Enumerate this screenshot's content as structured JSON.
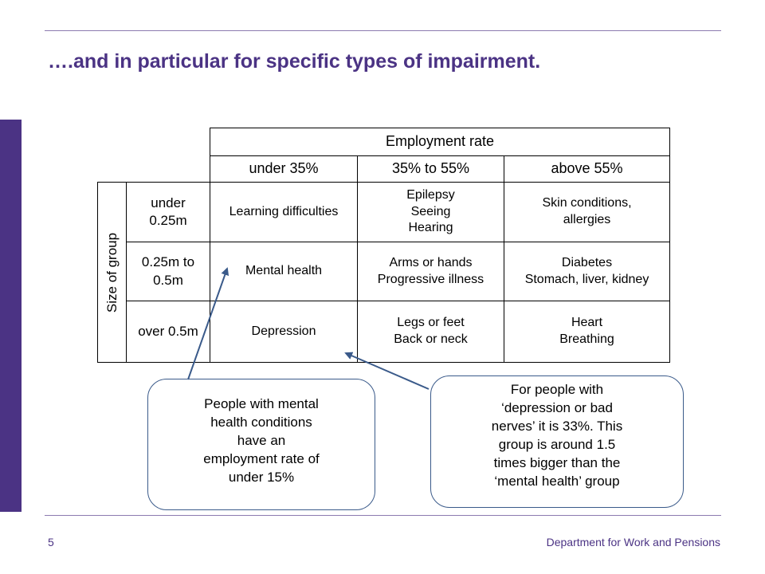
{
  "title": "….and in particular for specific types of impairment.",
  "footer": {
    "page_number": "5",
    "organisation": "Department for Work and Pensions"
  },
  "table": {
    "column_group_header": "Employment rate",
    "columns": [
      "under 35%",
      "35% to 55%",
      "above 55%"
    ],
    "row_group_header": "Size of group",
    "rows": [
      {
        "label": "under\n0.25m",
        "cells": [
          "Learning difficulties",
          "Epilepsy\nSeeing\nHearing",
          "Skin conditions,\nallergies"
        ]
      },
      {
        "label": "0.25m to\n0.5m",
        "cells": [
          "Mental health",
          "Arms or hands\nProgressive illness",
          "Diabetes\nStomach, liver, kidney"
        ]
      },
      {
        "label": "over 0.5m",
        "cells": [
          "Depression",
          "Legs or feet\nBack or neck",
          "Heart\nBreathing"
        ]
      }
    ]
  },
  "callouts": {
    "mental_health": "People with mental\nhealth conditions\nhave an\nemployment rate of\nunder 15%",
    "depression": "For people with\n‘depression or bad\nnerves’ it is 33%.  This\ngroup is around 1.5\ntimes bigger than the\n‘mental health’ group"
  },
  "colors": {
    "accent": "#4b3384",
    "callout_border": "#3a5a8a",
    "rule": "#8c7bb0"
  }
}
